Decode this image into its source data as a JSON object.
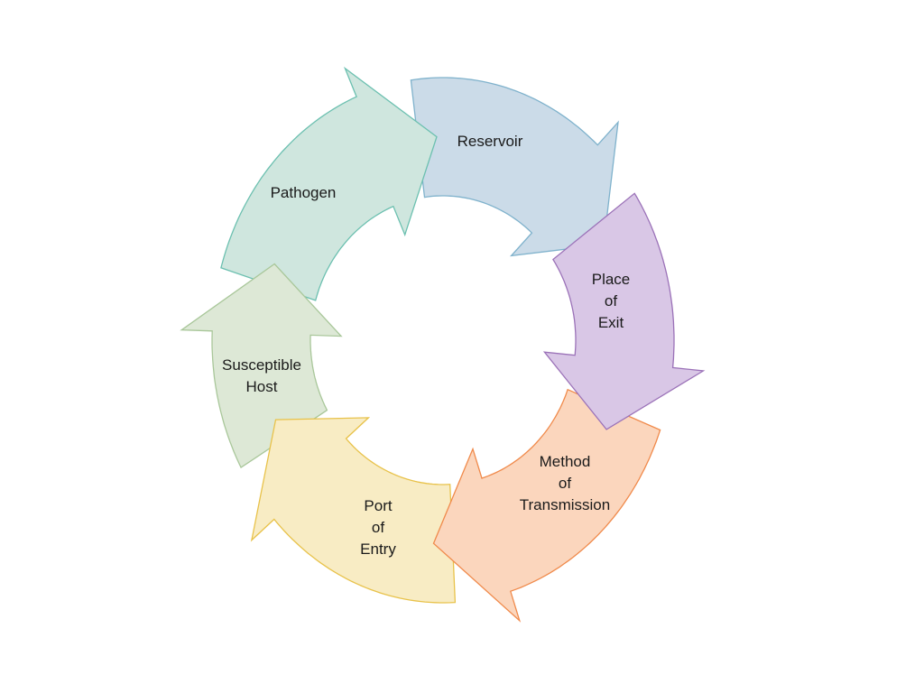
{
  "diagram": {
    "segments": [
      {
        "id": "reservoir",
        "lines": [
          "Reservoir"
        ],
        "fill": "#cbdbe8",
        "stroke": "#7fb2cc"
      },
      {
        "id": "place-of-exit",
        "lines": [
          "Place",
          "of",
          "Exit"
        ],
        "fill": "#d9c7e6",
        "stroke": "#9b72b8"
      },
      {
        "id": "method-of-transmission",
        "lines": [
          "Method",
          "of",
          "Transmission"
        ],
        "fill": "#fbd6bd",
        "stroke": "#f08a4b"
      },
      {
        "id": "port-of-entry",
        "lines": [
          "Port",
          "of",
          "Entry"
        ],
        "fill": "#f8ecc4",
        "stroke": "#e8c24a"
      },
      {
        "id": "susceptible-host",
        "lines": [
          "Susceptible",
          "Host"
        ],
        "fill": "#dde8d6",
        "stroke": "#a9c79a"
      },
      {
        "id": "pathogen",
        "lines": [
          "Pathogen"
        ],
        "fill": "#cfe6de",
        "stroke": "#6cc0b0"
      }
    ]
  }
}
